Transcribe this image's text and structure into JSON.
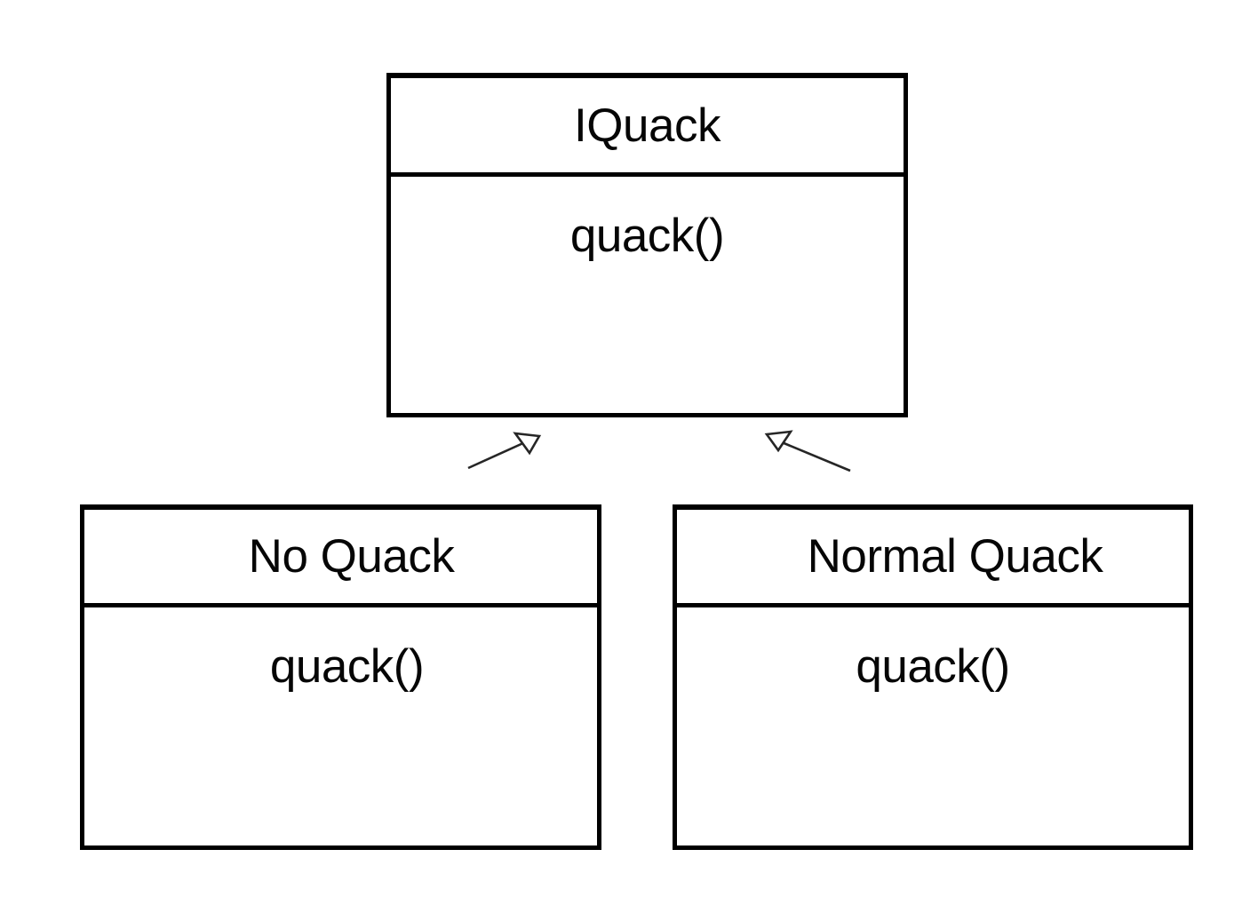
{
  "diagram": {
    "type": "uml-class-diagram",
    "classes": [
      {
        "name": "IQuack",
        "methods": [
          "quack()"
        ]
      },
      {
        "name": "No Quack",
        "methods": [
          "quack()"
        ]
      },
      {
        "name": "Normal Quack",
        "methods": [
          "quack()"
        ]
      }
    ],
    "relations": [
      {
        "from": "No Quack",
        "to": "IQuack",
        "style": "open-triangle-arrow"
      },
      {
        "from": "Normal Quack",
        "to": "IQuack",
        "style": "open-triangle-arrow"
      }
    ],
    "colors": {
      "background": "#ffffff",
      "box_border": "#000000",
      "text": "#060606",
      "arrow": "#262626"
    }
  }
}
